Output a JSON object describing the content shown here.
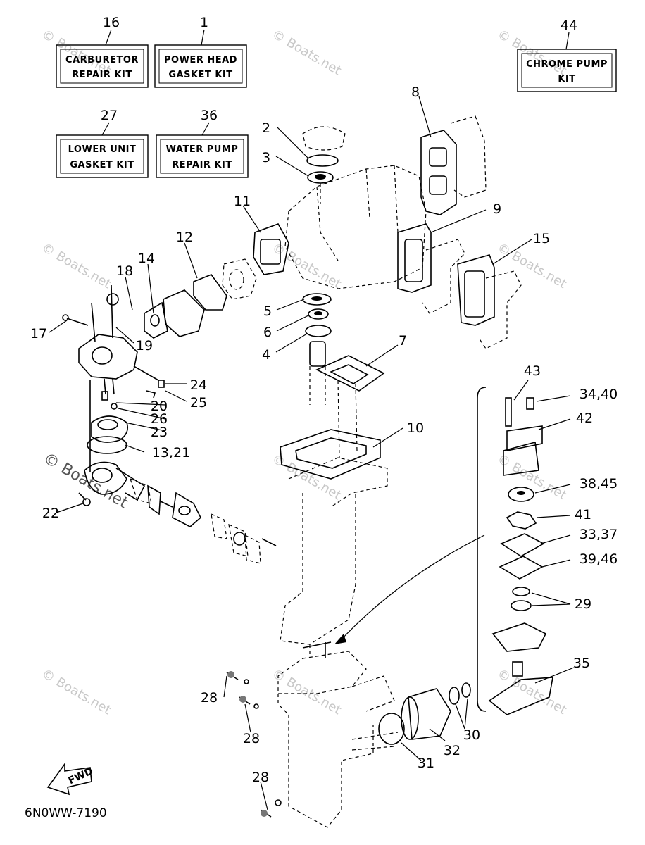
{
  "kits": [
    {
      "number": "16",
      "line1": "CARBURETOR",
      "line2": "REPAIR KIT"
    },
    {
      "number": "1",
      "line1": "POWER HEAD",
      "line2": "GASKET KIT"
    },
    {
      "number": "44",
      "line1": "CHROME PUMP",
      "line2": "KIT"
    },
    {
      "number": "27",
      "line1": "LOWER UNIT",
      "line2": "GASKET KIT"
    },
    {
      "number": "36",
      "line1": "WATER PUMP",
      "line2": "REPAIR KIT"
    }
  ],
  "callouts": [
    "2",
    "3",
    "8",
    "11",
    "9",
    "15",
    "12",
    "14",
    "18",
    "17",
    "19",
    "5",
    "6",
    "4",
    "7",
    "24",
    "20",
    "25",
    "26",
    "23",
    "13,21",
    "22",
    "10",
    "43",
    "34,40",
    "42",
    "38,45",
    "41",
    "33,37",
    "39,46",
    "29",
    "35",
    "28",
    "28",
    "30",
    "32",
    "31",
    "28"
  ],
  "watermark": "© Boats.net",
  "fwd_label": "FWD",
  "diagram_code": "6N0WW-7190"
}
